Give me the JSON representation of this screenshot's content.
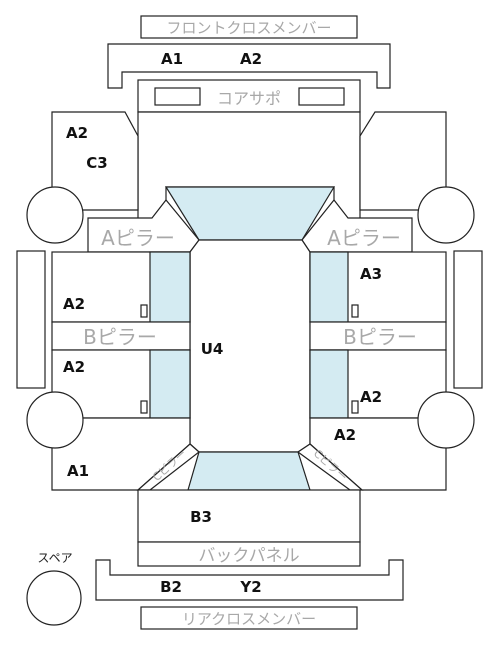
{
  "labels": {
    "front_cross_member": "フロントクロスメンバー",
    "core_support": "コアサポ",
    "a_pillar_left": "Aピラー",
    "a_pillar_right": "Aピラー",
    "b_pillar_left": "Bピラー",
    "b_pillar_right": "Bピラー",
    "back_panel": "バックパネル",
    "rear_cross_member": "リアクロスメンバー",
    "spare": "スペア",
    "c_pillar_left": "Cピラー",
    "c_pillar_right": "Cピラー"
  },
  "grades": {
    "front_left": "A1",
    "front_right": "A2",
    "left_front_fender_top": "A2",
    "left_front_fender_sub": "C3",
    "left_front_door": "A2",
    "left_rear_door": "A2",
    "left_quarter": "A1",
    "right_front_door": "A3",
    "right_rear_door": "A2",
    "right_quarter": "A2",
    "roof": "U4",
    "trunk": "B3",
    "rear_left": "B2",
    "rear_right": "Y2"
  },
  "colors": {
    "glass": "#d4ebf2",
    "line": "#222222",
    "section_label": "#a8a8a8"
  }
}
